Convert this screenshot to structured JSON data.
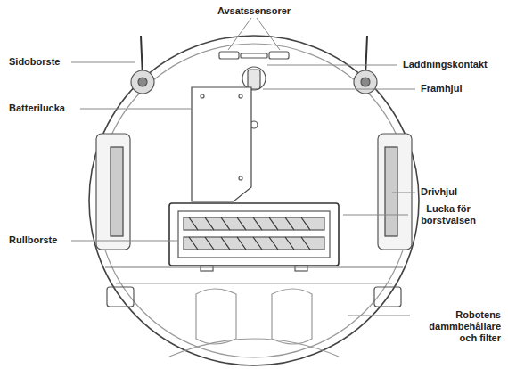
{
  "diagram": {
    "labels": [
      "Avsatssensorer",
      "Sidoborste",
      "Laddningskontakt",
      "Framhjul",
      "Batterilucka",
      "Drivhjul",
      "Lucka för borstvalsen",
      "Rullborste",
      "Robotens dammbehållare och filter"
    ]
  }
}
